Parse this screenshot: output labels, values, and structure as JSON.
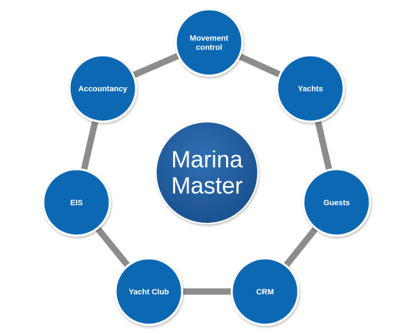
{
  "diagram": {
    "center": {
      "label_lines": [
        "Marina",
        "Master"
      ]
    },
    "nodes": [
      {
        "id": "movement-control",
        "label_lines": [
          "Movement",
          "control"
        ]
      },
      {
        "id": "yachts",
        "label_lines": [
          "Yachts"
        ]
      },
      {
        "id": "guests",
        "label_lines": [
          "Guests"
        ]
      },
      {
        "id": "crm",
        "label_lines": [
          "CRM"
        ]
      },
      {
        "id": "yacht-club",
        "label_lines": [
          "Yacht Club"
        ]
      },
      {
        "id": "eis",
        "label_lines": [
          "EIS"
        ]
      },
      {
        "id": "accountancy",
        "label_lines": [
          "Accountancy"
        ]
      }
    ],
    "colors": {
      "node_fill": "#0e67b4",
      "node_border": "#ffffff",
      "center_fill": "#1a4f8d",
      "center_fill_light": "#2f6fb3",
      "connector": "#8c8c8c",
      "label": "#ffffff"
    }
  }
}
